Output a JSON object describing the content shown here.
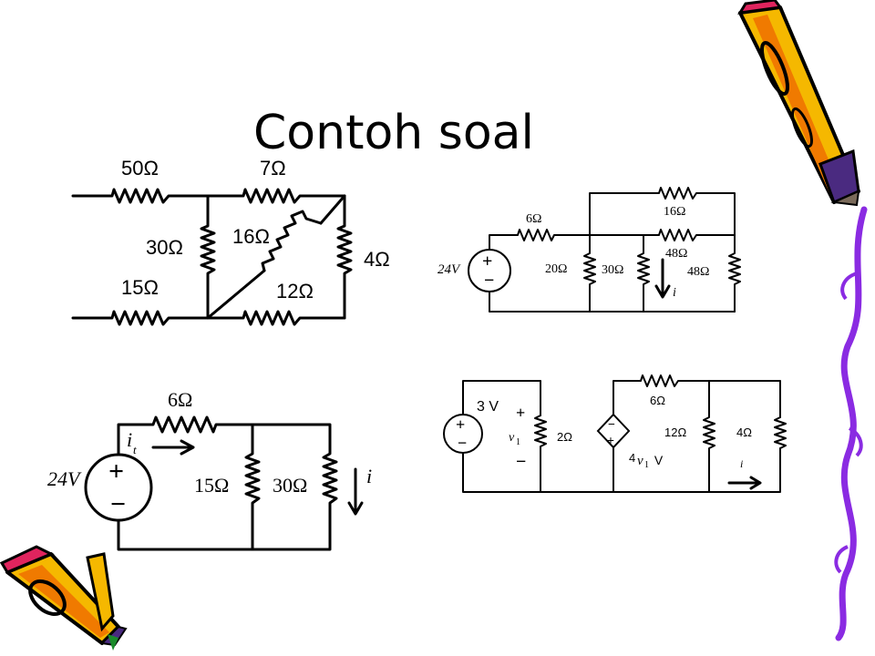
{
  "slide": {
    "title": "Contoh soal"
  },
  "circuits": {
    "c1": {
      "r_top_left": "50Ω",
      "r_top_right": "7Ω",
      "r_left_mid": "30Ω",
      "r_diag": "16Ω",
      "r_right": "4Ω",
      "r_bot_left": "15Ω",
      "r_bot_right": "12Ω"
    },
    "c2": {
      "source": "24V",
      "r_series": "6Ω",
      "r_top": "16Ω",
      "r_20": "20Ω",
      "r_30": "30Ω",
      "r_48a": "48Ω",
      "r_48b": "48Ω",
      "current": "i"
    },
    "c3": {
      "source": "24V",
      "r_series": "6Ω",
      "r_15": "15Ω",
      "r_30": "30Ω",
      "current_in": "i",
      "current_in_sub": "t",
      "current": "i"
    },
    "c4": {
      "source": "3 V",
      "v_var": "v",
      "v_sub": "1",
      "r_2": "2Ω",
      "r_6": "6Ω",
      "r_12": "12Ω",
      "r_4": "4Ω",
      "dep_coef": "4",
      "dep_var": "v",
      "dep_sub": "1",
      "dep_unit": " V",
      "current": "i"
    }
  },
  "colors": {
    "pencil_body": "#f5b800",
    "pencil_stripe": "#f07a00",
    "pencil_tip": "#7a6a5a",
    "pencil_eraser": "#e0245e",
    "pencil_band": "#4a2a80",
    "vine": "#8a2be2",
    "leaf": "#1a8a2a"
  },
  "icons": [
    "pencil-icon",
    "pencil-icon",
    "vine-decoration"
  ]
}
